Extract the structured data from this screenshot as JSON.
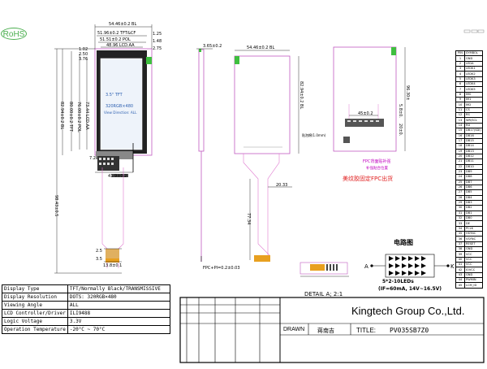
{
  "rohs_label": "RoHS",
  "front_view": {
    "dims": {
      "overall_width": "54.46±0.2 BL",
      "tp_width": "51.96±0.2 TFT&CF",
      "pol_width": "51.51±0.2 POL",
      "va_width": "48.96 LCD.AA",
      "right_1": "1.25",
      "right_2": "1.48",
      "right_3": "2.75",
      "h_lcd_aa": "73.44 LCD.AA",
      "h_pol": "76.00±0.2 POL",
      "h_tft": "80.00±0.2 TFT",
      "h_bl": "82.94±0.2 BL",
      "h_total": "98.43±0.5",
      "left_top_1": "1.02",
      "left_top_2": "2.50",
      "left_top_3": "3.76",
      "fpc_pitch": "41.9±0.2",
      "fpc_w1": "2.5",
      "fpc_w2": "3.5",
      "fpc_width": "13.8±0.1",
      "left_bottom": "7.2"
    },
    "lcd_text": [
      "3.5\" TFT",
      "320RGB×480",
      "View Direction: ALL"
    ]
  },
  "side_view": {
    "thickness": "3.65±0.2",
    "fpc_label": "FPC+PI=0.2±0.03"
  },
  "back_view": {
    "width": "54.46±0.2 BL",
    "height": "82.94±0.2 BL",
    "fpc_len": "20.33",
    "fpc_total": "77.34"
  },
  "right_view": {
    "height": "96.30±",
    "fpc_w": "45±0.2",
    "dim_1": "5.8±0.",
    "dim_2": "20±0.",
    "note_cn": "FPC背面贴补强",
    "note_cn2": "补强贴合位置",
    "note_red": "美纹胶固定FPC出货",
    "label_cn": "贴泡棉(1.0mm)"
  },
  "circuit": {
    "title": "电路图",
    "anode": "A",
    "cathode": "K",
    "spec_line1": "5*2-10LEDs",
    "spec_line2": "(IF=60mA, 14V~16.5V)"
  },
  "detail": {
    "label": "DETAIL A; 2:1"
  },
  "pins": {
    "header_no": "PIN",
    "header_sym": "SYMBOL",
    "rows": [
      [
        "1",
        "GND"
      ],
      [
        "2",
        "LEDA"
      ],
      [
        "3",
        "LEDK1"
      ],
      [
        "4",
        "LEDK2"
      ],
      [
        "5",
        "LEDK3"
      ],
      [
        "6",
        "LEDK4"
      ],
      [
        "7",
        "LEDK5"
      ],
      [
        "8",
        "IM0"
      ],
      [
        "9",
        "IM1"
      ],
      [
        "10",
        "IM2"
      ],
      [
        "11",
        "CS"
      ],
      [
        "12",
        "RS"
      ],
      [
        "13",
        "WR/SCL"
      ],
      [
        "14",
        "RD"
      ],
      [
        "15",
        "DB17(SDI)"
      ],
      [
        "16",
        "DB16"
      ],
      [
        "17",
        "DB15"
      ],
      [
        "18",
        "DB14"
      ],
      [
        "19",
        "DB13"
      ],
      [
        "20",
        "DB12"
      ],
      [
        "21",
        "DB11"
      ],
      [
        "22",
        "DB10"
      ],
      [
        "23",
        "DB9"
      ],
      [
        "24",
        "DB8"
      ],
      [
        "25",
        "DB7"
      ],
      [
        "26",
        "DB6"
      ],
      [
        "27",
        "DB5"
      ],
      [
        "28",
        "DB4"
      ],
      [
        "29",
        "DB3"
      ],
      [
        "30",
        "DB2"
      ],
      [
        "31",
        "DB1"
      ],
      [
        "32",
        "DB0"
      ],
      [
        "33",
        "DE"
      ],
      [
        "34",
        "PCLK"
      ],
      [
        "35",
        "HSYNC"
      ],
      [
        "36",
        "VSYNC"
      ],
      [
        "37",
        "RESET"
      ],
      [
        "38",
        "GND"
      ],
      [
        "39",
        "VCC"
      ],
      [
        "40",
        "VCC"
      ],
      [
        "41",
        "VCC"
      ],
      [
        "42",
        "IOVCC"
      ],
      [
        "43",
        "GND"
      ],
      [
        "44",
        "PWMIN"
      ],
      [
        "45",
        "LCM_ID"
      ]
    ]
  },
  "specs": [
    {
      "label": "Display Type",
      "value": "TFT/Normally Black/TRANSMISSIVE"
    },
    {
      "label": "Display Resolution",
      "value": "DOTS: 320RGB×480"
    },
    {
      "label": "Viewing Angle",
      "value": "ALL"
    },
    {
      "label": "LCD Controller/Driver",
      "value": "ILI9488"
    },
    {
      "label": "Logic Voltage",
      "value": "3.3V"
    },
    {
      "label": "Operation Temperature",
      "value": "-20°C ~ 70°C"
    }
  ],
  "title_block": {
    "company": "Kingtech Group Co.,Ltd.",
    "drawn_label": "DRAWN",
    "drawer": "蒋南吉",
    "title_label": "TITLE:",
    "model": "PV035SB7Z0"
  }
}
